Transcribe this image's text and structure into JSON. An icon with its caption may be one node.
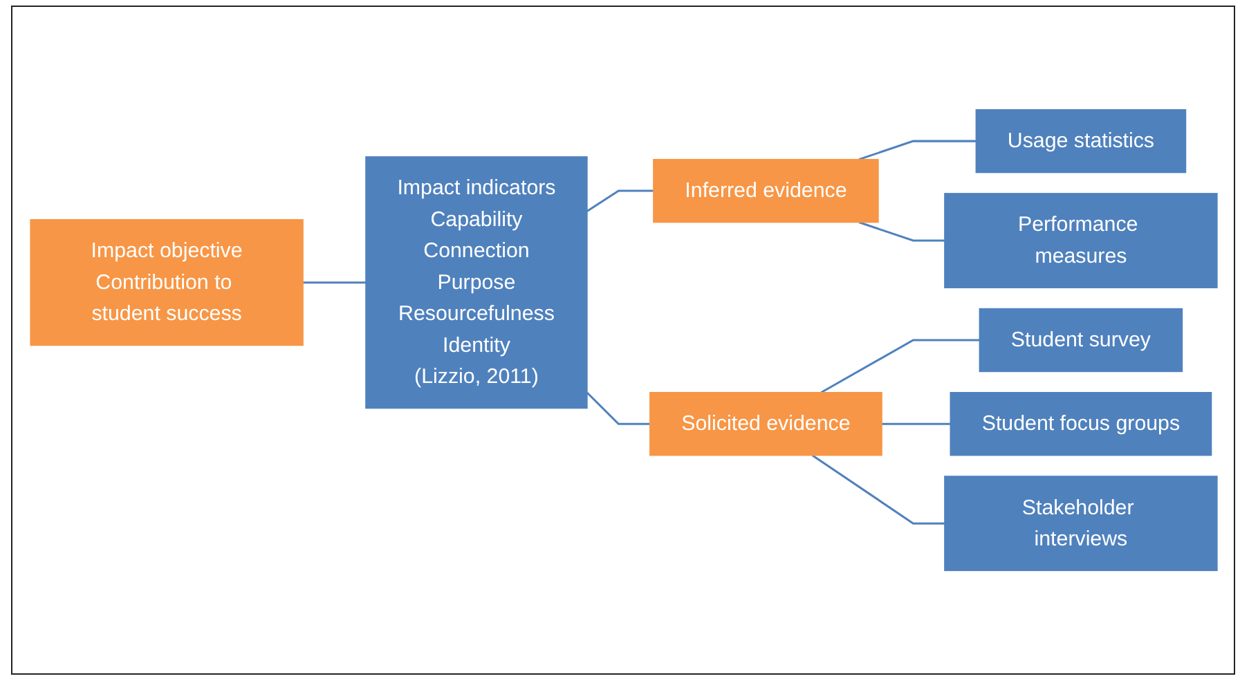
{
  "diagram": {
    "nodes": [
      {
        "text": [
          "Impact objective",
          "Contribution to student success"
        ]
      },
      {
        "text": [
          "Impact indicators",
          "Capability",
          "Connection",
          "Purpose",
          "Resourcefulness",
          "Identity",
          "(Lizzio, 2011)"
        ]
      },
      {
        "text": [
          "Inferred evidence"
        ]
      },
      {
        "text": [
          "Solicited evidence"
        ]
      },
      {
        "text": [
          "Usage statistics"
        ]
      },
      {
        "text": [
          "Performance measures"
        ]
      },
      {
        "text": [
          "Student survey"
        ]
      },
      {
        "text": [
          "Student focus groups"
        ]
      },
      {
        "text": [
          "Stakeholder interviews"
        ]
      }
    ],
    "edges": [
      {
        "from": 0,
        "to": 1,
        "arrow": "none"
      },
      {
        "from": 1,
        "to": 2,
        "arrow": "none"
      },
      {
        "from": 1,
        "to": 3,
        "arrow": "none"
      },
      {
        "from": 2,
        "to": 4,
        "arrow": "none"
      },
      {
        "from": 2,
        "to": 5,
        "arrow": "none"
      },
      {
        "from": 3,
        "to": 6,
        "arrow": "none"
      },
      {
        "from": 3,
        "to": 7,
        "arrow": "none"
      },
      {
        "from": 3,
        "to": 8,
        "arrow": "none"
      }
    ]
  }
}
